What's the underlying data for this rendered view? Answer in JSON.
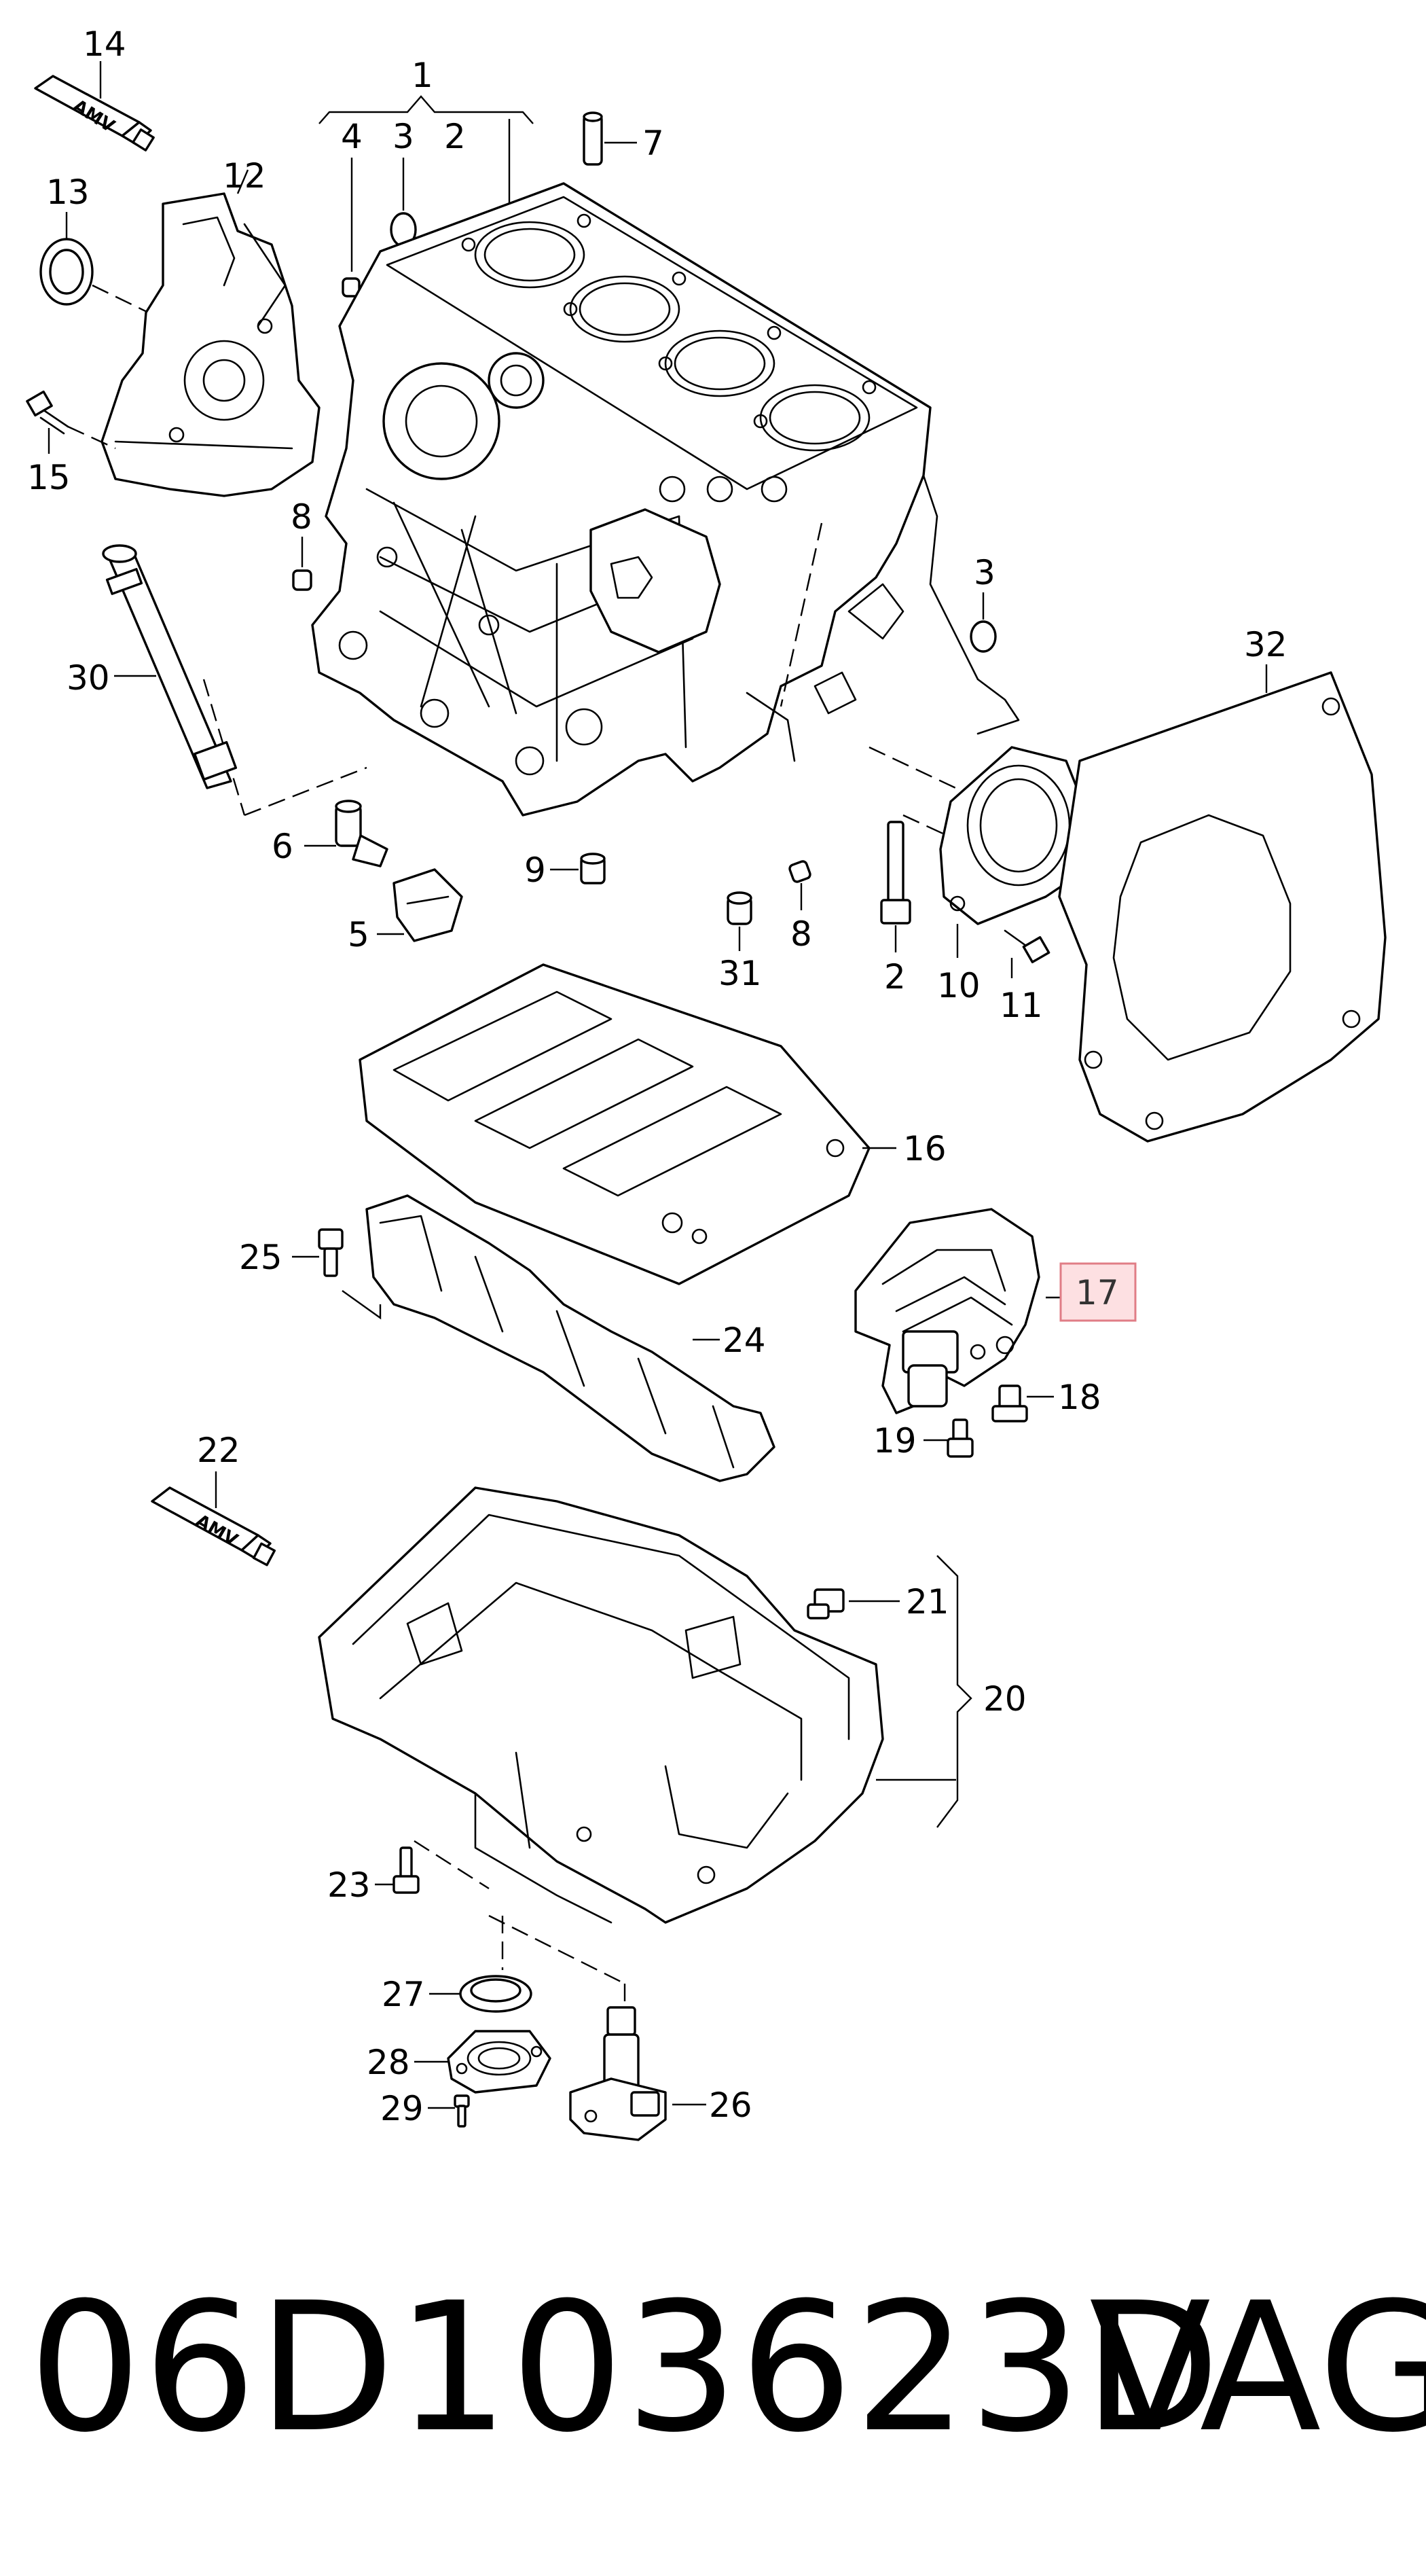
{
  "diagram": {
    "callouts": {
      "c1": "1",
      "c2a": "2",
      "c3a": "3",
      "c4": "4",
      "c7": "7",
      "c12": "12",
      "c13": "13",
      "c14": "14",
      "c15": "15",
      "c8a": "8",
      "c3b": "3",
      "c32": "32",
      "c30": "30",
      "c6": "6",
      "c9": "9",
      "c5": "5",
      "c31": "31",
      "c8b": "8",
      "c2b": "2",
      "c10": "10",
      "c11": "11",
      "c16": "16",
      "c25": "25",
      "c24": "24",
      "c17": "17",
      "c18": "18",
      "c19": "19",
      "c22": "22",
      "c21": "21",
      "c20": "20",
      "c23": "23",
      "c27": "27",
      "c28": "28",
      "c29": "29",
      "c26": "26"
    },
    "tube_label_14": "AMV",
    "tube_label_22": "AMV",
    "highlight_color": "#fde0e2"
  },
  "footer": {
    "part_number": "06D103623D",
    "brand": "VAG"
  }
}
